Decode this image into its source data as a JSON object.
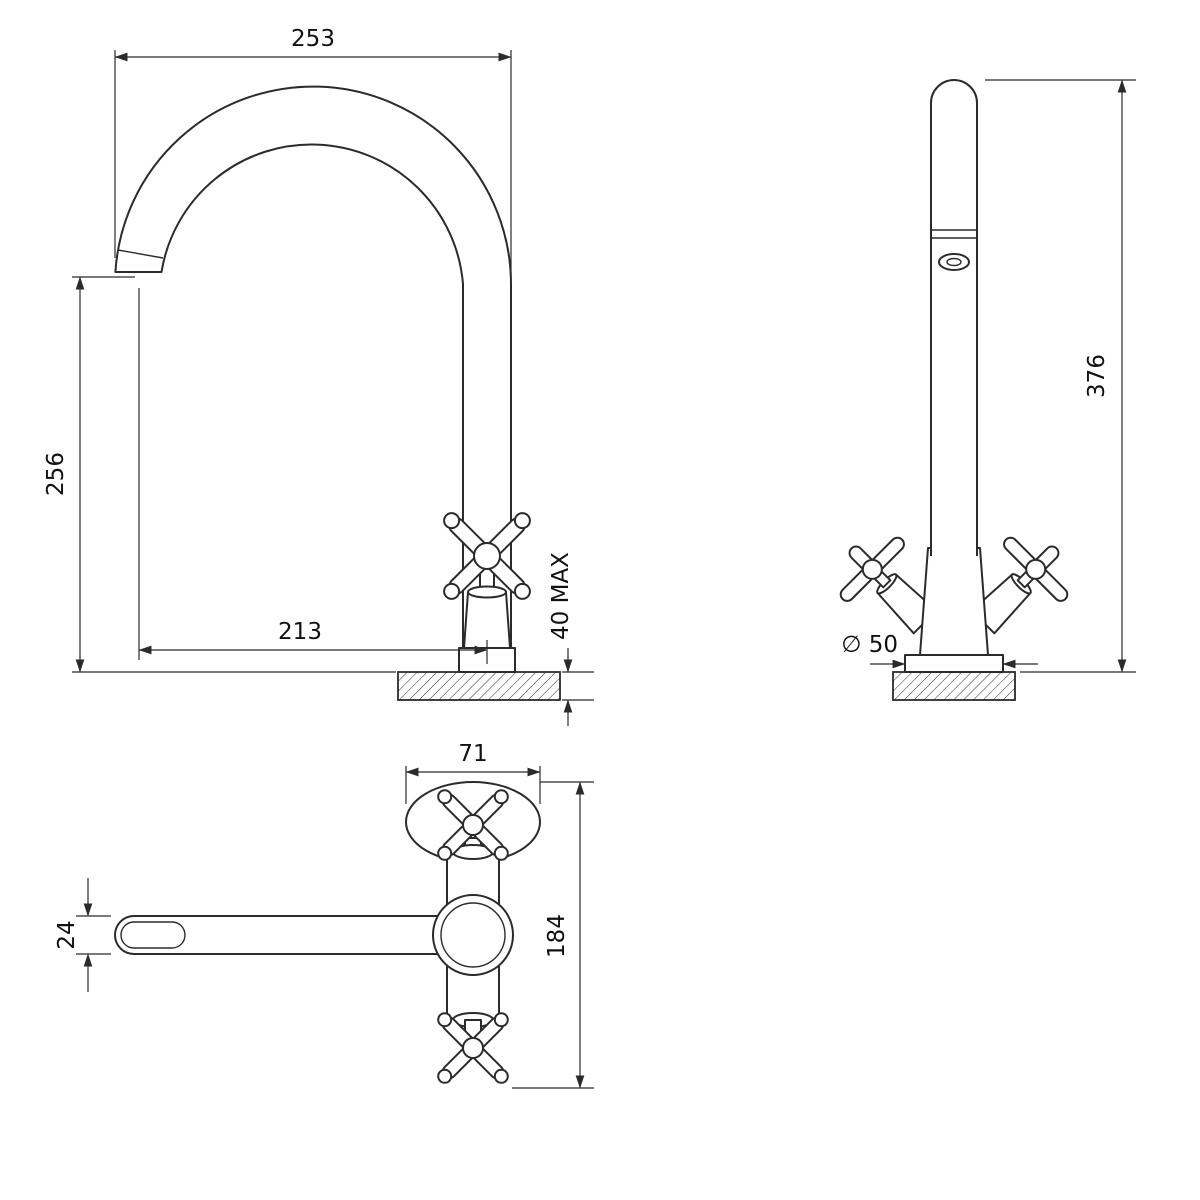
{
  "drawing_type": "faucet-dimension-drawing",
  "colors": {
    "background": "#ffffff",
    "line": "#2b2b2b",
    "text": "#111111"
  },
  "views": {
    "side": {
      "name": "side view",
      "dims": {
        "reach": "253",
        "height_to_spout": "256",
        "projection": "213",
        "deck_thickness": "40 MAX"
      }
    },
    "front": {
      "name": "front view",
      "dims": {
        "overall_height": "376",
        "base_diameter": "∅ 50"
      }
    },
    "plan": {
      "name": "plan view",
      "dims": {
        "handle_width": "71",
        "spout_width": "24",
        "depth": "184"
      }
    }
  }
}
